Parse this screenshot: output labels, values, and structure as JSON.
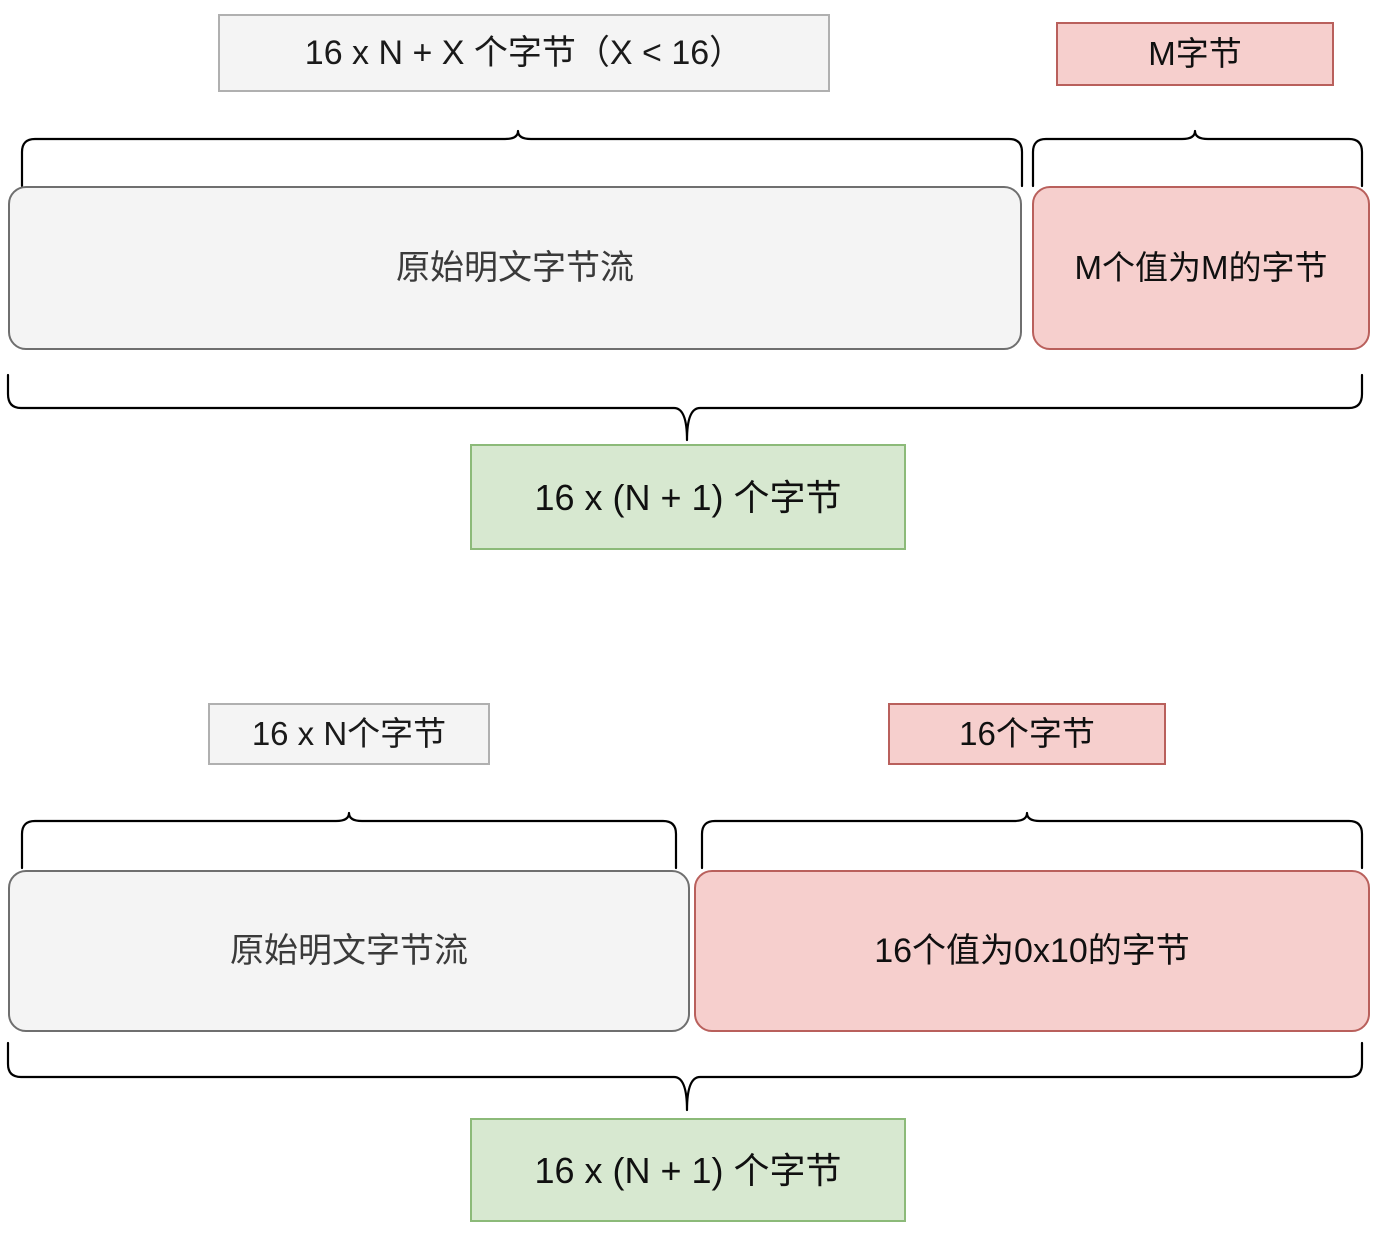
{
  "diagram": {
    "type": "block-diagram",
    "title_visible": false,
    "colors": {
      "gray_fill": "#f4f4f4",
      "gray_border": "#6f6f6f",
      "gray_label_border": "#b0b0b0",
      "red_fill": "#f6cfcd",
      "red_border": "#b9605c",
      "green_fill": "#d7e8d0",
      "green_border": "#8cba79",
      "brace_stroke": "#000000",
      "text_dark": "#3a3a3a",
      "text_black": "#101010"
    }
  },
  "section_one": {
    "top_left_label": "16 x N + X 个字节（X < 16）",
    "top_right_label": "M字节",
    "plaintext_block": "原始明文字节流",
    "padding_block": "M个值为M的字节",
    "total_label": "16 x (N + 1) 个字节"
  },
  "section_two": {
    "top_left_label": "16 x N个字节",
    "top_right_label": "16个字节",
    "plaintext_block": "原始明文字节流",
    "padding_block": "16个值为0x10的字节",
    "total_label": "16 x (N + 1) 个字节"
  }
}
